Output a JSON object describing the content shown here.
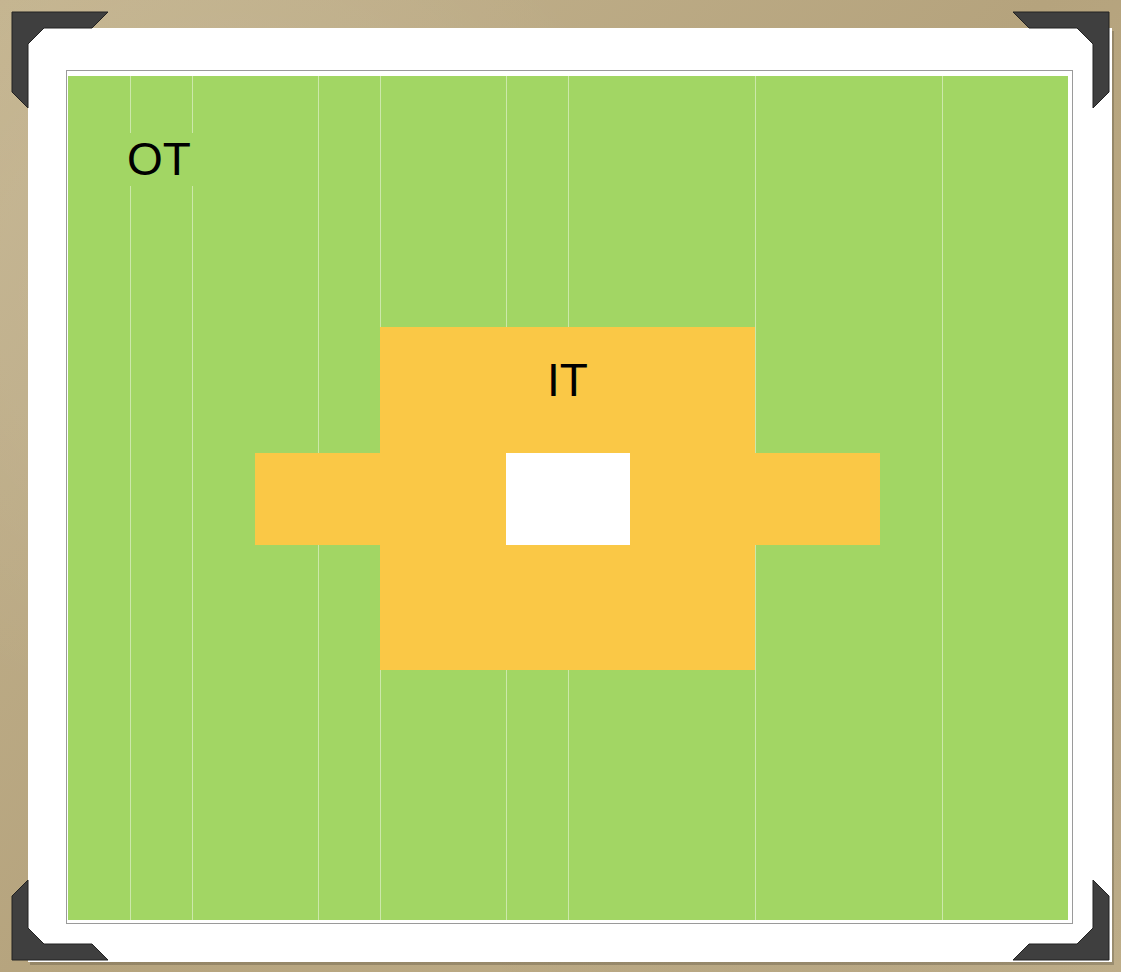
{
  "diagram": {
    "nodes": [
      {
        "text": [
          "OT"
        ]
      },
      {
        "text": [
          "IT"
        ],
        "in": 0
      }
    ]
  }
}
